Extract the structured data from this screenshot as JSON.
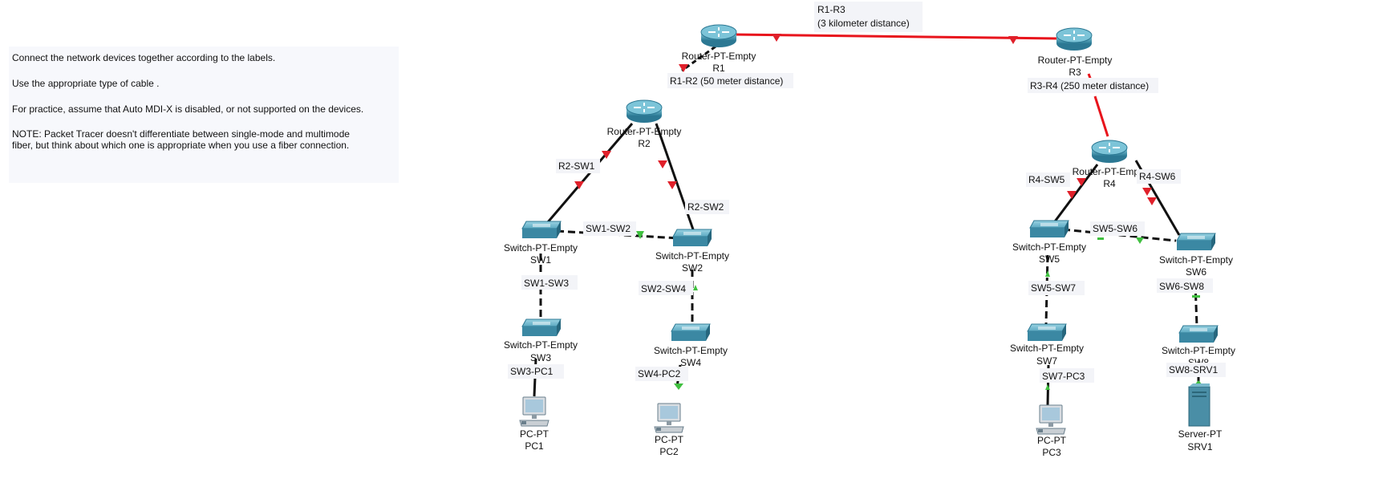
{
  "instructions": {
    "line1": "Connect the network devices together according to the labels.",
    "line2": "Use the appropriate type of cable .",
    "line3": "For practice, assume that Auto MDI-X is disabled, or not supported on the devices.",
    "line4": "NOTE: Packet Tracer doesn't differentiate between single-mode and multimode fiber, but think about which one is appropriate when you use a fiber connection."
  },
  "devices": {
    "r1": {
      "model": "Router-PT-Empty",
      "name": "R1"
    },
    "r2": {
      "model": "Router-PT-Empty",
      "name": "R2"
    },
    "r3": {
      "model": "Router-PT-Empty",
      "name": "R3"
    },
    "r4": {
      "model": "Router-PT-Empty",
      "name": "R4"
    },
    "sw1": {
      "model": "Switch-PT-Empty",
      "name": "SW1"
    },
    "sw2": {
      "model": "Switch-PT-Empty",
      "name": "SW2"
    },
    "sw3": {
      "model": "Switch-PT-Empty",
      "name": "SW3"
    },
    "sw4": {
      "model": "Switch-PT-Empty",
      "name": "SW4"
    },
    "sw5": {
      "model": "Switch-PT-Empty",
      "name": "SW5"
    },
    "sw6": {
      "model": "Switch-PT-Empty",
      "name": "SW6"
    },
    "sw7": {
      "model": "Switch-PT-Empty",
      "name": "SW7"
    },
    "sw8": {
      "model": "Switch-PT-Empty",
      "name": "SW8"
    },
    "pc1": {
      "model": "PC-PT",
      "name": "PC1"
    },
    "pc2": {
      "model": "PC-PT",
      "name": "PC2"
    },
    "pc3": {
      "model": "PC-PT",
      "name": "PC3"
    },
    "srv1": {
      "model": "Server-PT",
      "name": "SRV1"
    }
  },
  "links": {
    "r1_r3": {
      "label": "R1-R3",
      "detail": "(3 kilometer distance)"
    },
    "r1_r2": {
      "label": "R1-R2 (50 meter distance)"
    },
    "r3_r4": {
      "label": "R3-R4 (250 meter distance)"
    },
    "r2_sw1": {
      "label": "R2-SW1"
    },
    "r2_sw2": {
      "label": "R2-SW2"
    },
    "sw1_sw2": {
      "label": "SW1-SW2"
    },
    "sw1_sw3": {
      "label": "SW1-SW3"
    },
    "sw2_sw4": {
      "label": "SW2-SW4"
    },
    "sw3_pc1": {
      "label": "SW3-PC1"
    },
    "sw4_pc2": {
      "label": "SW4-PC2"
    },
    "r4_sw5": {
      "label": "R4-SW5"
    },
    "r4_sw6": {
      "label": "R4-SW6"
    },
    "sw5_sw6": {
      "label": "SW5-SW6"
    },
    "sw5_sw7": {
      "label": "SW5-SW7"
    },
    "sw6_sw8": {
      "label": "SW6-SW8"
    },
    "sw7_pc3": {
      "label": "SW7-PC3"
    },
    "sw8_srv1": {
      "label": "SW8-SRV1"
    }
  },
  "colors": {
    "serial_link": "#e8141c",
    "copper_link": "#111111",
    "port_down": "#e0202a",
    "port_up": "#40c040",
    "device_body": "#3a8aa6",
    "device_top": "#6fb6cc"
  }
}
